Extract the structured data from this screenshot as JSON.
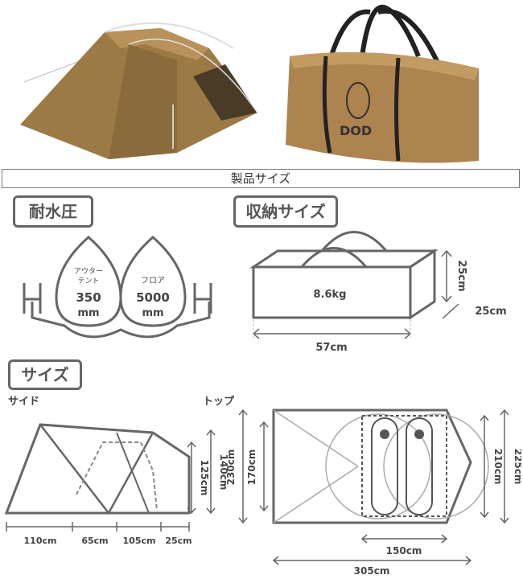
{
  "header": {
    "title": "製品サイズ"
  },
  "sections": {
    "water": "耐水圧",
    "storage": "収納サイズ",
    "size": "サイズ"
  },
  "water": {
    "outer_label_1": "アウター",
    "outer_label_2": "テント",
    "outer_value": "350",
    "outer_unit": "mm",
    "floor_label": "フロア",
    "floor_value": "5000",
    "floor_unit": "mm",
    "h_glyph": "H"
  },
  "storage": {
    "weight": "8.6kg",
    "length": "57cm",
    "height": "25cm",
    "depth": "25cm"
  },
  "side": {
    "label": "サイド",
    "seg1": "110cm",
    "seg2": "65cm",
    "seg3": "105cm",
    "seg4": "25cm",
    "inner_height": "125cm",
    "outer_height": "140cm"
  },
  "top": {
    "label": "トップ",
    "width_outer": "230cm",
    "width_inner": "170cm",
    "inner_depth": "210cm",
    "outer_depth": "225cm",
    "inner_length": "150cm",
    "total_length": "305cm"
  },
  "colors": {
    "line": "#666666",
    "tan": "#a9834b",
    "dark": "#2b2b2b"
  }
}
